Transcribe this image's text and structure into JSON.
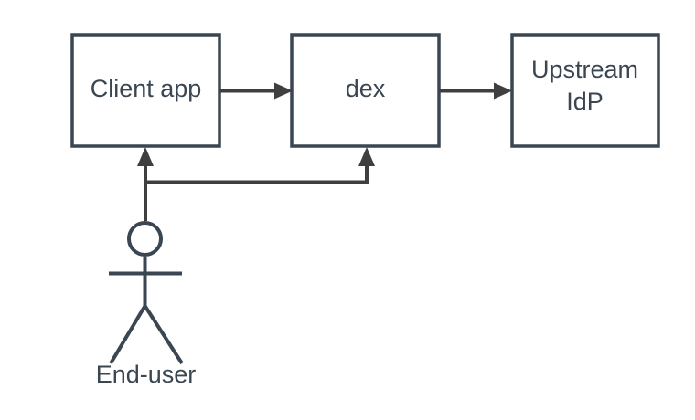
{
  "diagram": {
    "type": "flowchart",
    "colors": {
      "background": "#ffffff",
      "node_border": "#3a4651",
      "node_fill": "#ffffff",
      "text": "#3a4651",
      "arrow": "#3f3f3f"
    },
    "nodes": [
      {
        "id": "client-app",
        "label": "Client app"
      },
      {
        "id": "dex",
        "label": "dex"
      },
      {
        "id": "upstream-idp",
        "label": "Upstream IdP",
        "label_line1": "Upstream",
        "label_line2": "IdP"
      }
    ],
    "actor": {
      "id": "end-user",
      "label": "End-user"
    },
    "edges": [
      {
        "from": "Client app",
        "to": "dex"
      },
      {
        "from": "dex",
        "to": "Upstream IdP"
      },
      {
        "from": "End-user",
        "to": "Client app"
      },
      {
        "from": "End-user",
        "to": "dex"
      }
    ]
  }
}
